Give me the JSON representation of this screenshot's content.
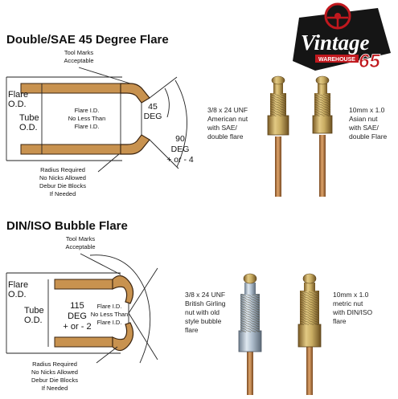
{
  "logo": {
    "brand": "Vintage",
    "subtitle": "WAREHOUSE",
    "number": "65",
    "icon": "steering-wheel-icon",
    "colors": {
      "dark": "#151515",
      "red": "#c0181e",
      "white": "#ffffff"
    }
  },
  "colors": {
    "brass": "#c8924f",
    "brass_dark": "#6b4420",
    "nut_brass": "#c9ad63",
    "nut_zinc": "#aebdcc",
    "pipe": "#b8793f"
  },
  "double_flare": {
    "title": "Double/SAE 45 Degree Flare",
    "tool_marks": [
      "Tool Marks",
      "Acceptable"
    ],
    "flare_od": [
      "Flare",
      "O.D."
    ],
    "tube_od": [
      "Tube",
      "O.D."
    ],
    "flare_id": [
      "Flare I.D.",
      "No Less Than",
      "Flare I.D."
    ],
    "angle_45": [
      "45",
      "DEG"
    ],
    "angle_90": [
      "90",
      "DEG",
      "+ or - 4"
    ],
    "radius": [
      "Radius Required",
      "No Nicks Allowed",
      "Debur Die Blocks",
      "If Needed"
    ]
  },
  "bubble_flare": {
    "title": "DIN/ISO Bubble Flare",
    "tool_marks": [
      "Tool Marks",
      "Acceptable"
    ],
    "flare_od": [
      "Flare",
      "O.D."
    ],
    "tube_od": [
      "Tube",
      "O.D."
    ],
    "angle_115": [
      "115",
      "DEG",
      "+ or - 2"
    ],
    "flare_id": [
      "Flare I.D.",
      "No Less Than",
      "Flare I.D."
    ],
    "radius": [
      "Radius Required",
      "No Nicks Allowed",
      "Debur Die Blocks",
      "If Needed"
    ]
  },
  "captions": {
    "sae_us": [
      "3/8 x 24 UNF",
      "American nut",
      "with SAE/",
      "double flare"
    ],
    "sae_asian": [
      "10mm x 1.0",
      "Asian nut",
      "with SAE/",
      "double Flare"
    ],
    "bubble_british": [
      "3/8 x 24 UNF",
      "British Girling",
      "nut with old",
      "style bubble",
      "flare"
    ],
    "bubble_metric": [
      "10mm  x 1.0",
      "metric nut",
      "with DIN/ISO",
      "flare"
    ]
  }
}
